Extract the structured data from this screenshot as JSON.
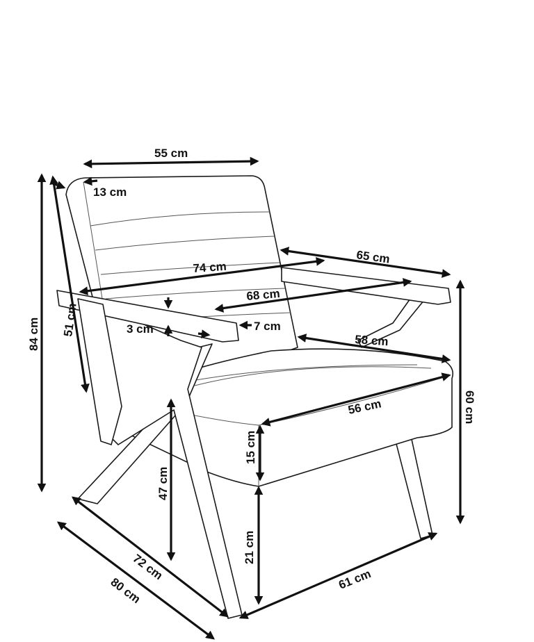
{
  "diagram": {
    "subject": "armchair-dimensions",
    "colors": {
      "line": "#1a1a1a",
      "background": "#ffffff"
    },
    "dimensions": {
      "backrest_width": "55 cm",
      "backrest_depth": "13 cm",
      "total_height": "84 cm",
      "backrest_height": "51 cm",
      "total_width_top": "74 cm",
      "armrest_length": "65 cm",
      "inner_width": "68 cm",
      "armrest_thickness": "3 cm",
      "armrest_width": "7 cm",
      "seat_depth": "58 cm",
      "seat_width": "56 cm",
      "armrest_height": "60 cm",
      "cushion_height": "15 cm",
      "seat_height": "47 cm",
      "leg_clearance": "21 cm",
      "base_depth": "72 cm",
      "total_depth": "80 cm",
      "base_width": "61 cm"
    }
  }
}
